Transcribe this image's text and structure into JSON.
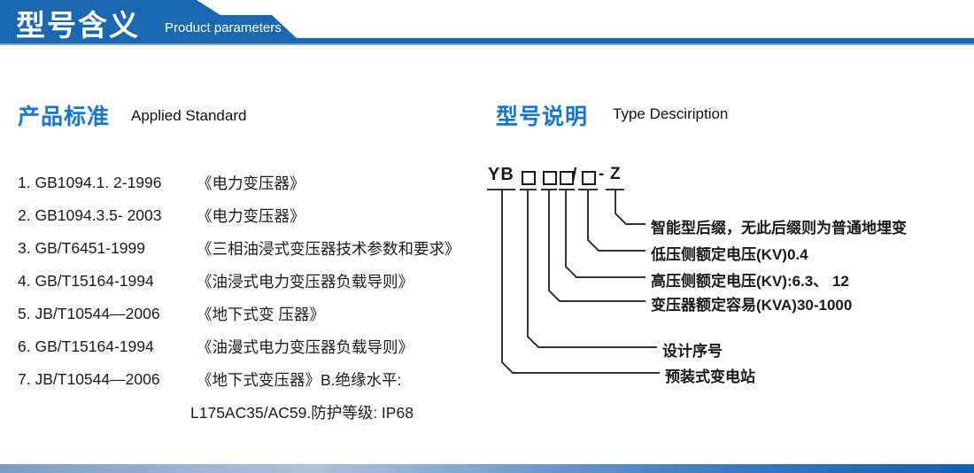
{
  "header": {
    "title_zh": "型号含义",
    "title_en": "Product parameters"
  },
  "left_section": {
    "heading_zh": "产品标准",
    "heading_en": "Applied Standard",
    "standards": [
      {
        "num": "1.",
        "code": "GB1094.1. 2-1996",
        "title": "《电力变压器》"
      },
      {
        "num": "2.",
        "code": "GB1094.3.5- 2003",
        "title": "《电力变压器》"
      },
      {
        "num": "3.",
        "code": "GB/T6451-1999",
        "title": "《三相油浸式变压器技术参数和要求》"
      },
      {
        "num": "4.",
        "code": "GB/T15164-1994",
        "title": "《油浸式电力变压器负载导则》"
      },
      {
        "num": "5.",
        "code": "JB/T10544—2006",
        "title": "《地下式变 压器》"
      },
      {
        "num": "6.",
        "code": "GB/T15164-1994",
        "title": "《油漫式电力变压器负载导则》"
      },
      {
        "num": "7.",
        "code": "JB/T10544—2006",
        "title": "《地下式变压器》B.绝缘水平:"
      }
    ],
    "continuation": "L175AC35/AC59.防护等级: IP68"
  },
  "right_section": {
    "heading_zh": "型号说明",
    "heading_en": "Type Desciription",
    "model": {
      "prefix": "YB",
      "slash": "/",
      "dash": "-",
      "suffix": "Z"
    },
    "labels": [
      "智能型后缀，无此后缀则为普通地埋变",
      "低压侧额定电压(KV)0.4",
      "高压侧额定电压(KV):6.3、 12",
      "变压器额定容易(KVA)30-1000",
      "设计序号",
      "预装式变电站"
    ]
  },
  "colors": {
    "header_blue": "#1a68b2",
    "heading_text_blue": "#1477d8",
    "body_text": "#1a1a1a",
    "bottom_bar_left": "#7d9cc2",
    "bottom_bar_right": "#135fae"
  }
}
